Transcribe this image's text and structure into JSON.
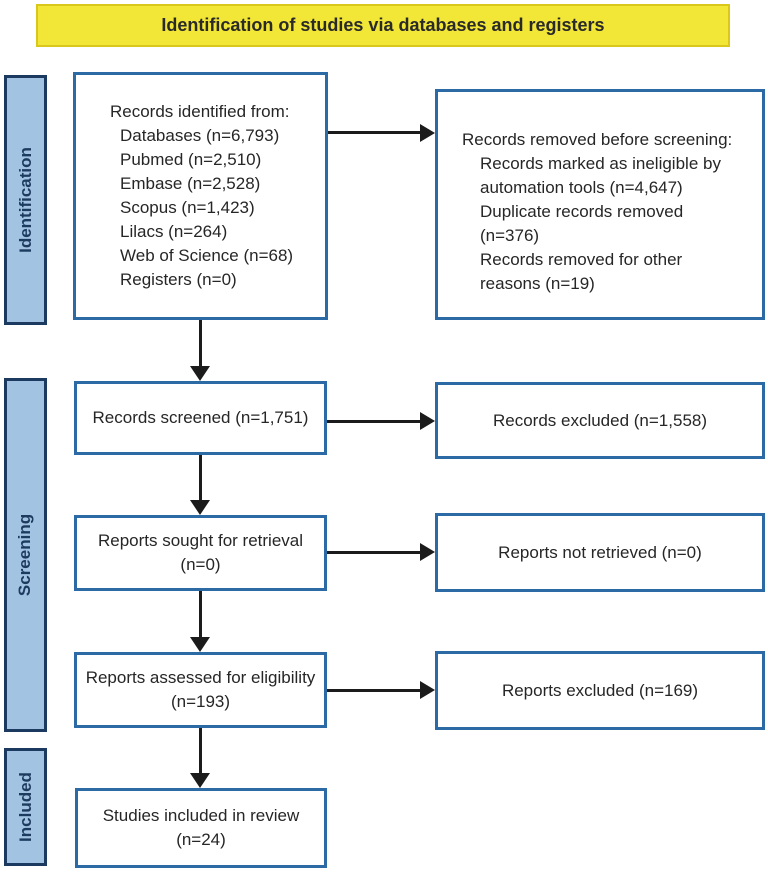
{
  "banner": {
    "title": "Identification of studies via databases and registers"
  },
  "stages": [
    {
      "label": "Identification"
    },
    {
      "label": "Screening"
    },
    {
      "label": "Included"
    }
  ],
  "boxes": {
    "records_identified": {
      "title": "Records identified from:",
      "items": [
        "Databases (n=6,793)",
        "Pubmed (n=2,510)",
        "Embase (n=2,528)",
        "Scopus (n=1,423)",
        "Lilacs (n=264)",
        "Web of Science (n=68)",
        "Registers (n=0)"
      ]
    },
    "records_removed": {
      "title": "Records removed before screening:",
      "items": [
        "Records marked as ineligible by automation tools (n=4,647)",
        "Duplicate records removed (n=376)",
        "Records removed for other reasons (n=19)"
      ]
    },
    "records_screened": {
      "line1": "Records screened (n=1,751)"
    },
    "records_excluded": {
      "line1": "Records excluded (n=1,558)"
    },
    "reports_sought": {
      "line1": "Reports sought for retrieval",
      "line2": "(n=0)"
    },
    "reports_not_retrieved": {
      "line1": "Reports not retrieved (n=0)"
    },
    "reports_assessed": {
      "line1": "Reports assessed for eligibility",
      "line2": "(n=193)"
    },
    "reports_excluded": {
      "line1": "Reports excluded (n=169)"
    },
    "studies_included": {
      "line1": "Studies included in review",
      "line2": "(n=24)"
    }
  },
  "colors": {
    "banner_fill": "#f2e636",
    "banner_border": "#d9c81b",
    "sidebar_fill": "#a3c3e3",
    "sidebar_border": "#1c3a5f",
    "box_border": "#2b6aa4",
    "arrow": "#1b1b1b",
    "text": "#262626"
  }
}
